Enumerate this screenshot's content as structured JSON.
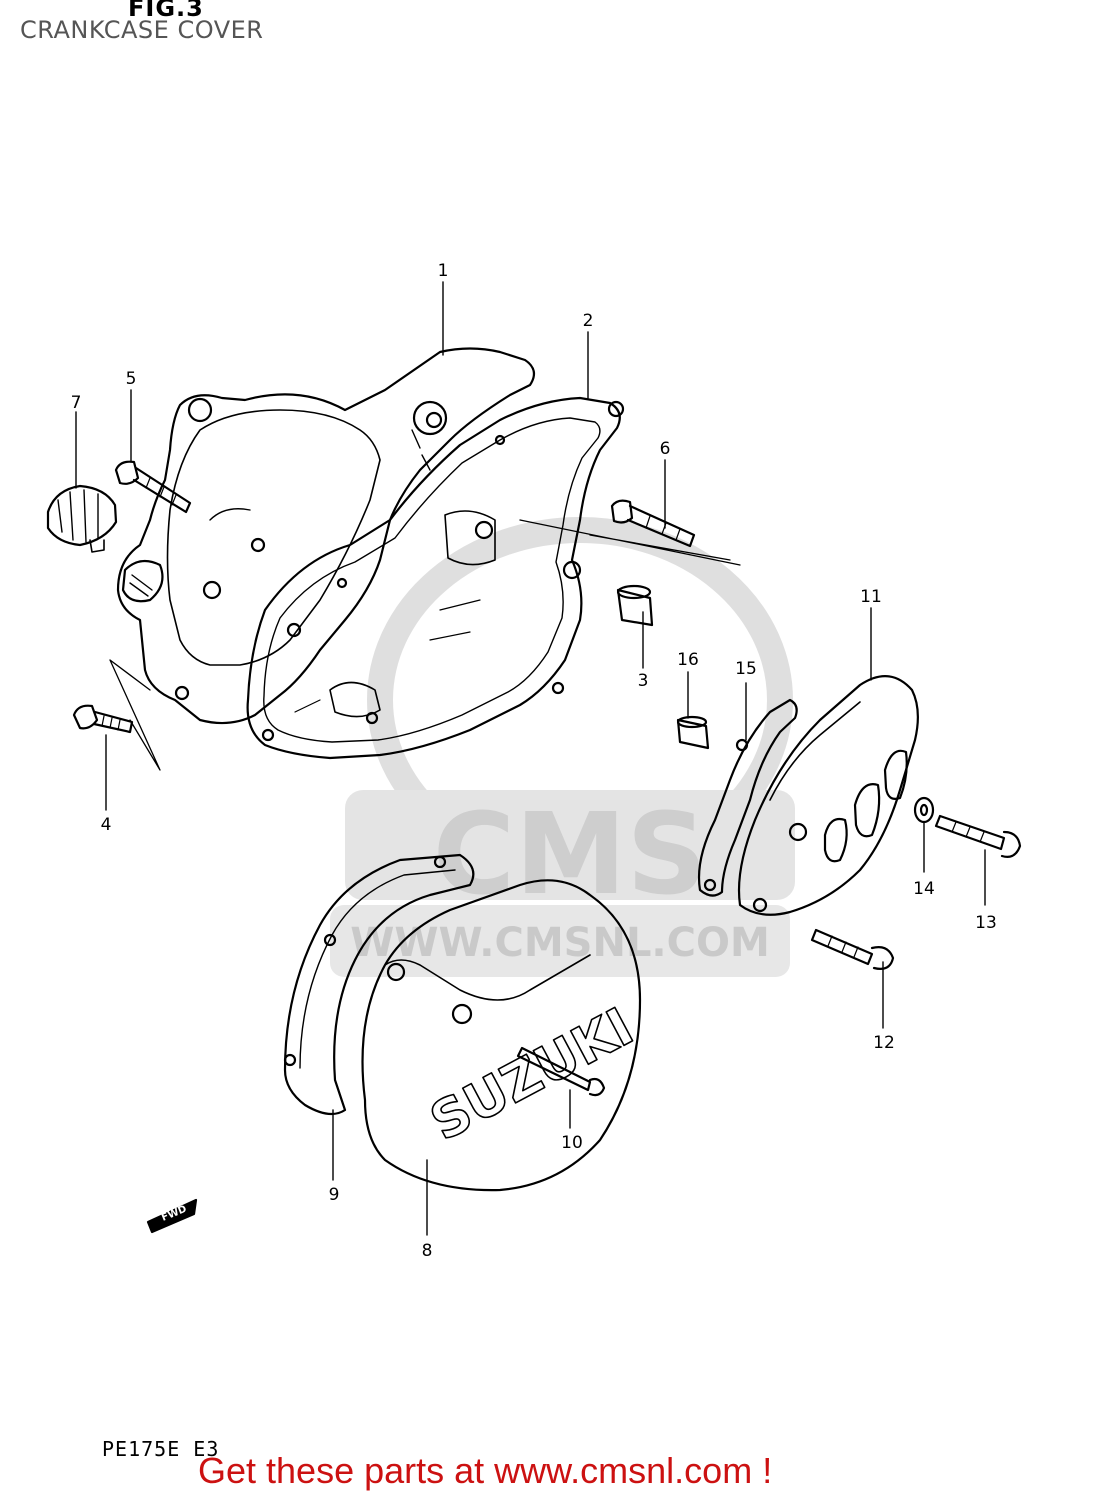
{
  "header": {
    "figure_label": "FIG.3",
    "section_title": "CRANKCASE COVER"
  },
  "footer": {
    "model_code": "PE175E  E3",
    "cta_text": "Get these parts at www.cmsnl.com !",
    "cta_color": "#cc1111"
  },
  "watermark": {
    "logo_text": "CMS",
    "url_text": "WWW.CMSNL.COM",
    "color": "#d9d9d9"
  },
  "cover_branding": {
    "text": "SUZUKI"
  },
  "direction_badge": {
    "text": "FWD"
  },
  "callouts": [
    {
      "number": "1"
    },
    {
      "number": "2"
    },
    {
      "number": "3"
    },
    {
      "number": "4"
    },
    {
      "number": "5"
    },
    {
      "number": "6"
    },
    {
      "number": "7"
    },
    {
      "number": "8"
    },
    {
      "number": "9"
    },
    {
      "number": "10"
    },
    {
      "number": "11"
    },
    {
      "number": "12"
    },
    {
      "number": "13"
    },
    {
      "number": "14"
    },
    {
      "number": "15"
    },
    {
      "number": "16"
    }
  ]
}
